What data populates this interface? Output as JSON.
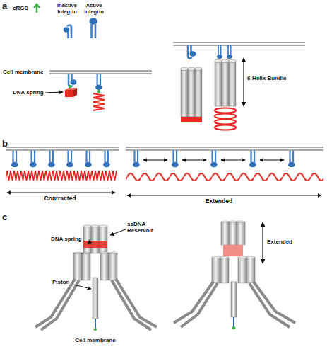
{
  "diagram": {
    "labels": [
      "a",
      "cRGD",
      "Inactive Integrin",
      "Active Integrin",
      "Cell membrane",
      "6-Helix Bundle",
      "DNA spring",
      "b",
      "Contracted",
      "Extended",
      "c",
      "DNA spring",
      "ssDNA Reservoir",
      "Extended",
      "Piston",
      "Cell membrane"
    ]
  }
}
